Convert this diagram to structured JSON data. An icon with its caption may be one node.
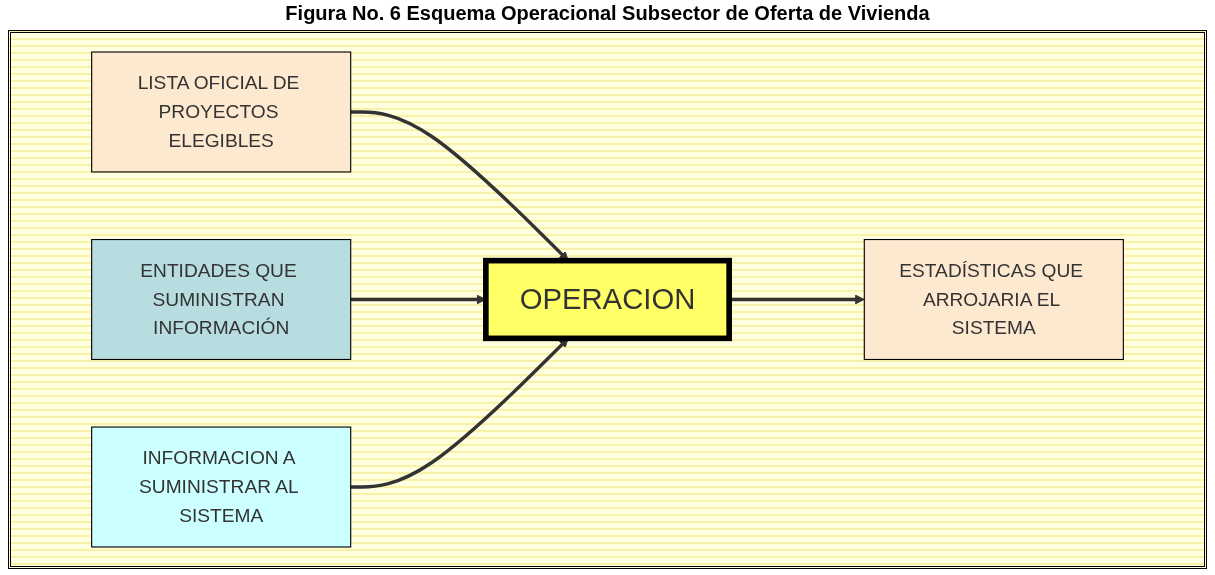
{
  "diagram": {
    "title": "Figura No. 6 Esquema Operacional Subsector de Oferta de Vivienda",
    "nodes": [
      {
        "text": [
          "LISTA OFICIAL DE PROYECTOS ELEGIBLES"
        ]
      },
      {
        "text": [
          "ENTIDADES QUE SUMINISTRAN INFORMACIÓN"
        ]
      },
      {
        "text": [
          "OPERACION"
        ]
      },
      {
        "text": [
          "ESTADÍSTICAS QUE ARROJARIA EL SISTEMA"
        ]
      },
      {
        "text": [
          "INFORMACION A SUMINISTRAR AL SISTEMA"
        ]
      }
    ],
    "edges": [
      {
        "from": 0,
        "to": 2,
        "arrow": "to"
      },
      {
        "from": 1,
        "to": 2,
        "arrow": "to"
      },
      {
        "from": 4,
        "to": 2,
        "arrow": "to"
      },
      {
        "from": 2,
        "to": 3,
        "arrow": "to"
      }
    ]
  }
}
